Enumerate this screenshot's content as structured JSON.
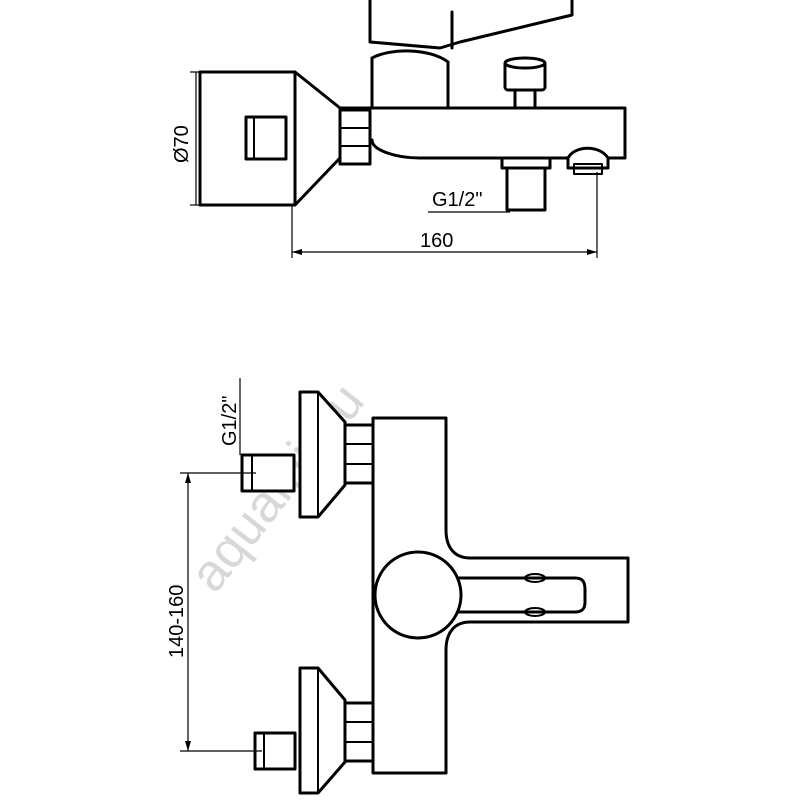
{
  "watermark": "aquamir.ru",
  "top_view": {
    "diameter_label": "Ø70",
    "thread_label": "G1/2\"",
    "width_label": "160"
  },
  "front_view": {
    "thread_label": "G1/2\"",
    "spacing_label": "140-160"
  }
}
